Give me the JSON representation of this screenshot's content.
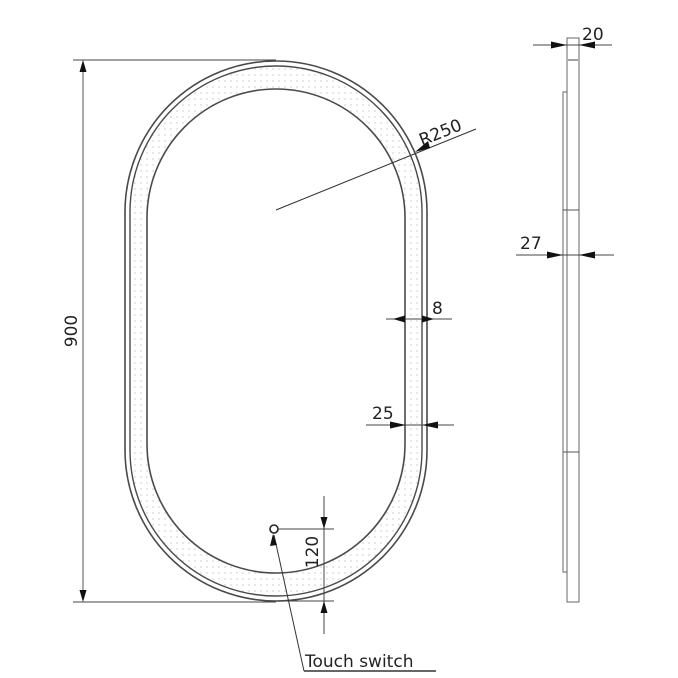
{
  "diagram": {
    "type": "technical-drawing",
    "subject": "Oval LED mirror with touch switch",
    "colors": {
      "line": "#555555",
      "dim": "#333333",
      "text": "#222222",
      "dots": "#bdbdbd"
    },
    "front_view": {
      "height_label": "900",
      "radius_label": "R250",
      "led_strip_width_label": "8",
      "border_width_label": "25",
      "switch_offset_label": "120",
      "switch_callout": "Touch switch"
    },
    "side_view": {
      "top_thickness_label": "20",
      "total_thickness_label": "27"
    }
  }
}
